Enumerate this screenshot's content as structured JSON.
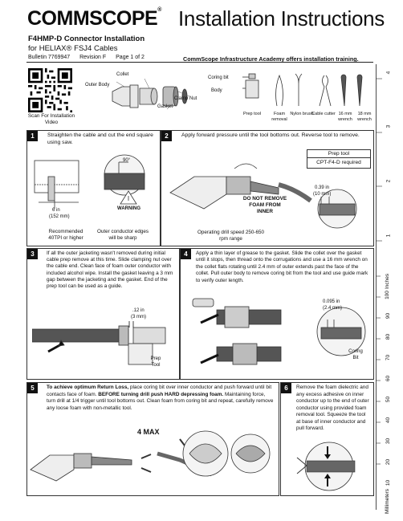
{
  "header": {
    "logo": "COMMSCOPE",
    "logo_mark": "®",
    "title": "Installation Instructions",
    "doc_title": "F4HMP-D Connector Installation",
    "for_line": "for HELIAX® FSJ4 Cables",
    "bulletin": "Bulletin 7769947",
    "revision": "Revision F",
    "page": "Page 1 of 2",
    "academy": "CommScope Infrastructure Academy offers installation training."
  },
  "intro": {
    "scan_label": "Scan For Installation Video",
    "parts": [
      "Collet",
      "Outer Body",
      "Clamp Nut",
      "Gasket"
    ],
    "tool_labels": {
      "coring_bit": "Coring bit",
      "body": "Body",
      "prep_tool": "Prep tool",
      "foam_removal": "Foam removal",
      "nylon_brush": "Nylon brush",
      "cable_cutter": "Cable cutter",
      "wrench16": "16 mm wrench",
      "wrench18": "18 mm wrench"
    }
  },
  "steps": [
    {
      "num": "1",
      "text": "Straighten the cable and cut the end square using saw.",
      "angle": "90°",
      "length_in": "6 in",
      "length_mm": "(152 mm)",
      "warning": "WARNING",
      "rec": "Recommended 40TPI or higher",
      "warn_text": "Outer conductor edges will be sharp"
    },
    {
      "num": "2",
      "text": "Apply forward pressure until the tool bottoms out. Reverse tool to remove.",
      "box_title": "Prep tool",
      "box_text": "CPT-F4-D required",
      "dim_in": "0.39 in",
      "dim_mm": "(10 mm)",
      "do_not": "DO NOT REMOVE FOAM FROM INNER",
      "speed": "Operating drill speed 250-650 rpm range"
    },
    {
      "num": "3",
      "text": "If all the outer jacketing wasn't removed during initial cable prep remove at this time. Slide clamping nut over the cable end. Clean face of foam outer conductor with included alcohol wipe. Install the gasket leaving a 3 mm gap between the jacketing and the gasket. End of the prep tool can be used as a guide.",
      "gap_in": ".12 in",
      "gap_mm": "(3 mm)",
      "prep_tool": "Prep Tool"
    },
    {
      "num": "4",
      "text": "Apply a thin layer of grease to the gasket. Slide the collet over the gasket until it stops, then thread onto the corrugations and use a 16 mm wrench on the collet flats rotating until 2.4 mm of outer extends past the face of the collet. Pull outer body to remove coring bit from the tool and use guide mark to verify outer length.",
      "dim_in": "0.095 in",
      "dim_mm": "(2.4 mm)",
      "coring_bit": "Coring Bit"
    },
    {
      "num": "5",
      "text_bold1": "To achieve optimum Return Loss,",
      "text1": " place coring bit over inner conductor and push forward until bit contacts face of foam. ",
      "text_bold2": "BEFORE turning drill push HARD depressing foam.",
      "text2": " Maintaining force, turn drill at 1/4 trigger until tool bottoms out. Clean foam from coring bit and repeat, carefully remove any loose foam with non-metallic tool.",
      "max": "4 MAX"
    },
    {
      "num": "6",
      "text": "Remove the foam dielectric and any excess adhesive on inner conductor up to the end of outer conductor using provided foam removal tool. Squeeze the tool at base of inner conductor and pull forward."
    }
  ],
  "ruler": {
    "inches_label": "Inches",
    "mm_label": "Millimeters",
    "inch_ticks": [
      "1",
      "2",
      "3",
      "4"
    ],
    "mm_ticks": [
      "10",
      "20",
      "30",
      "40",
      "50",
      "60",
      "70",
      "80",
      "90",
      "100"
    ]
  }
}
